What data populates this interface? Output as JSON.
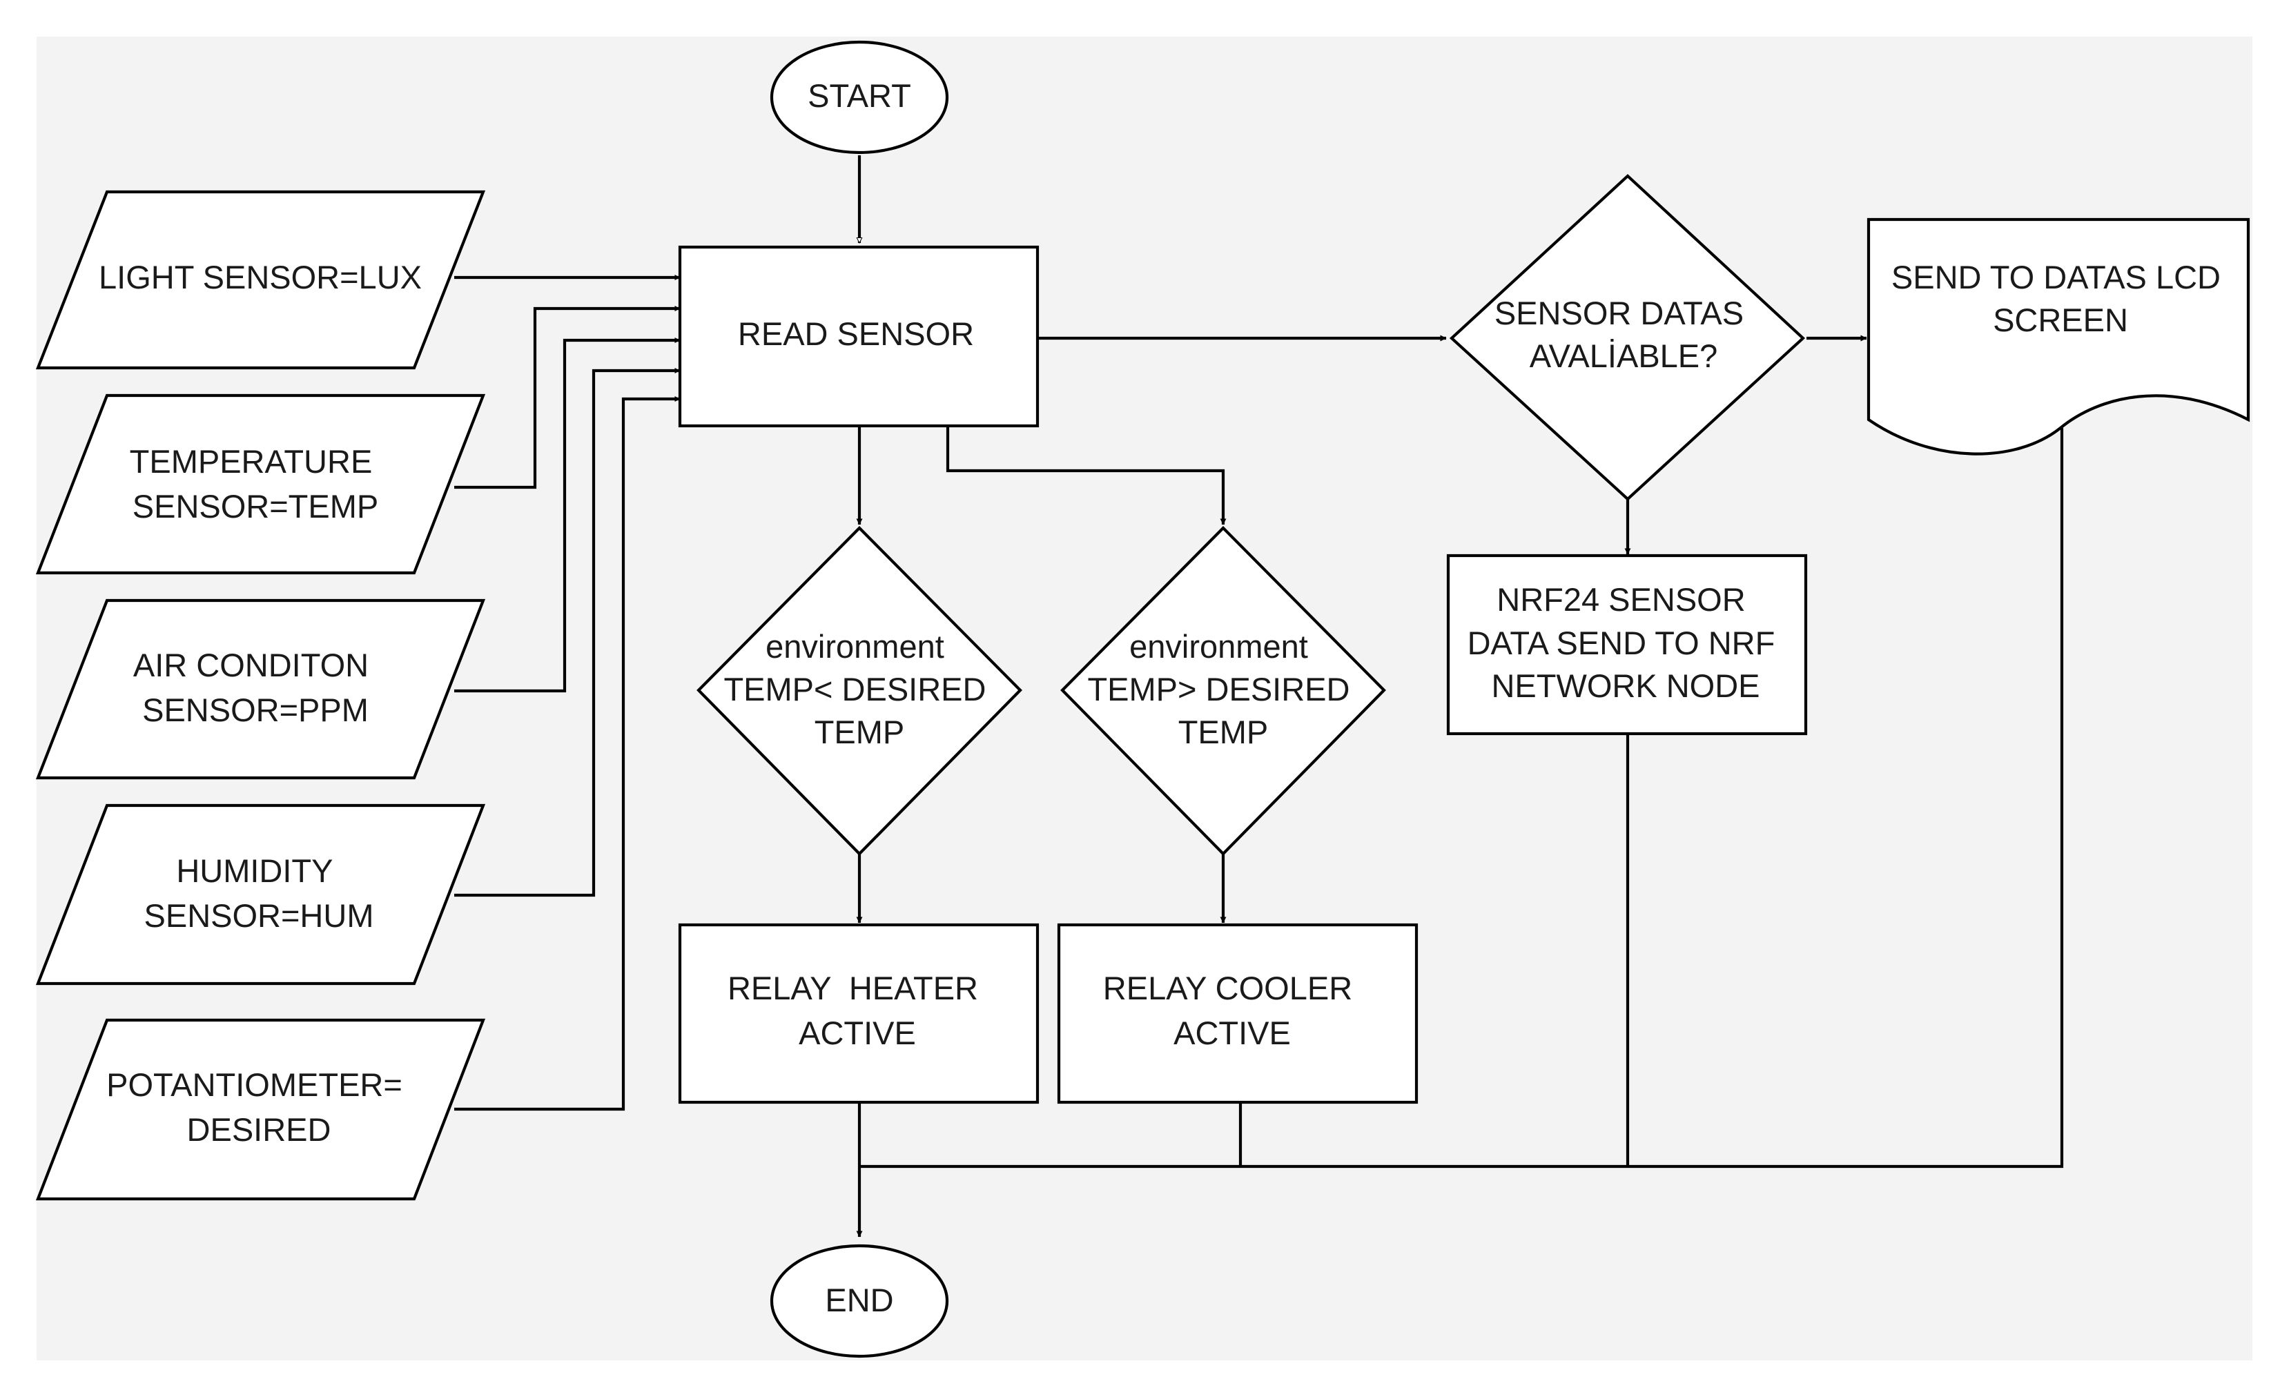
{
  "start": "START",
  "end": "END",
  "inputs": {
    "light": [
      "LIGHT SENSOR=LUX"
    ],
    "temperature": [
      "TEMPERATURE",
      "SENSOR=TEMP"
    ],
    "air": [
      "AIR CONDITON",
      "SENSOR=PPM"
    ],
    "humidity": [
      "HUMIDITY",
      "SENSOR=HUM"
    ],
    "potentiometer": [
      "POTANTIOMETER=",
      "DESIRED"
    ]
  },
  "read_sensor": "READ SENSOR",
  "decisions": {
    "heat": [
      "environment",
      "TEMP< DESIRED",
      "TEMP"
    ],
    "cool": [
      "environment",
      "TEMP> DESIRED",
      "TEMP"
    ],
    "available": [
      "SENSOR DATAS",
      "AVALİABLE?"
    ]
  },
  "relays": {
    "heater": [
      "RELAY  HEATER",
      "ACTIVE"
    ],
    "cooler": [
      "RELAY COOLER",
      "ACTIVE"
    ]
  },
  "nrf": [
    "NRF24 SENSOR",
    "DATA SEND TO NRF",
    "NETWORK NODE"
  ],
  "lcd": [
    "SEND TO DATAS LCD",
    "SCREEN"
  ]
}
